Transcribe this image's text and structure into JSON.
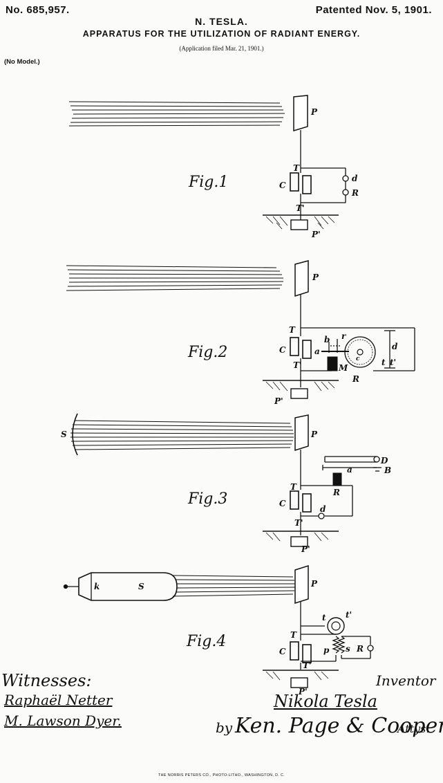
{
  "header": {
    "patent_number": "No. 685,957.",
    "patent_date": "Patented Nov. 5, 1901.",
    "inventor_name": "N. TESLA.",
    "title": "APPARATUS FOR THE UTILIZATION OF RADIANT ENERGY.",
    "application": "(Application filed Mar. 21, 1901.)",
    "model": "(No Model.)"
  },
  "figures": {
    "fig1": {
      "label": "Fig.1",
      "letters": [
        "P",
        "T",
        "C",
        "d",
        "R",
        "T'",
        "P'"
      ]
    },
    "fig2": {
      "label": "Fig.2",
      "letters": [
        "P",
        "T",
        "C",
        "T'",
        "P'",
        "b",
        "r",
        "a",
        "c",
        "M",
        "R",
        "t",
        "t'",
        "d"
      ]
    },
    "fig3": {
      "label": "Fig.3",
      "letters": [
        "S",
        "P",
        "T",
        "C",
        "T'",
        "P'",
        "D",
        "a",
        "B",
        "R",
        "d"
      ]
    },
    "fig4": {
      "label": "Fig.4",
      "letters": [
        "k",
        "S",
        "P",
        "t",
        "t'",
        "T",
        "C",
        "T'",
        "P'",
        "p",
        "s",
        "R"
      ]
    }
  },
  "signatures": {
    "witnesses_label": "Witnesses:",
    "witness_1": "Raphaël Netter",
    "witness_2": "M. Lawson Dyer.",
    "inventor_label": "Inventor",
    "inventor_signature": "Nikola Tesla",
    "by": "by",
    "attorneys_signature": "Ken. Page & Cooper",
    "attorneys_label": "Attys."
  },
  "footer": "THE NORRIS PETERS CO., PHOTO-LITHO., WASHINGTON, D. C."
}
